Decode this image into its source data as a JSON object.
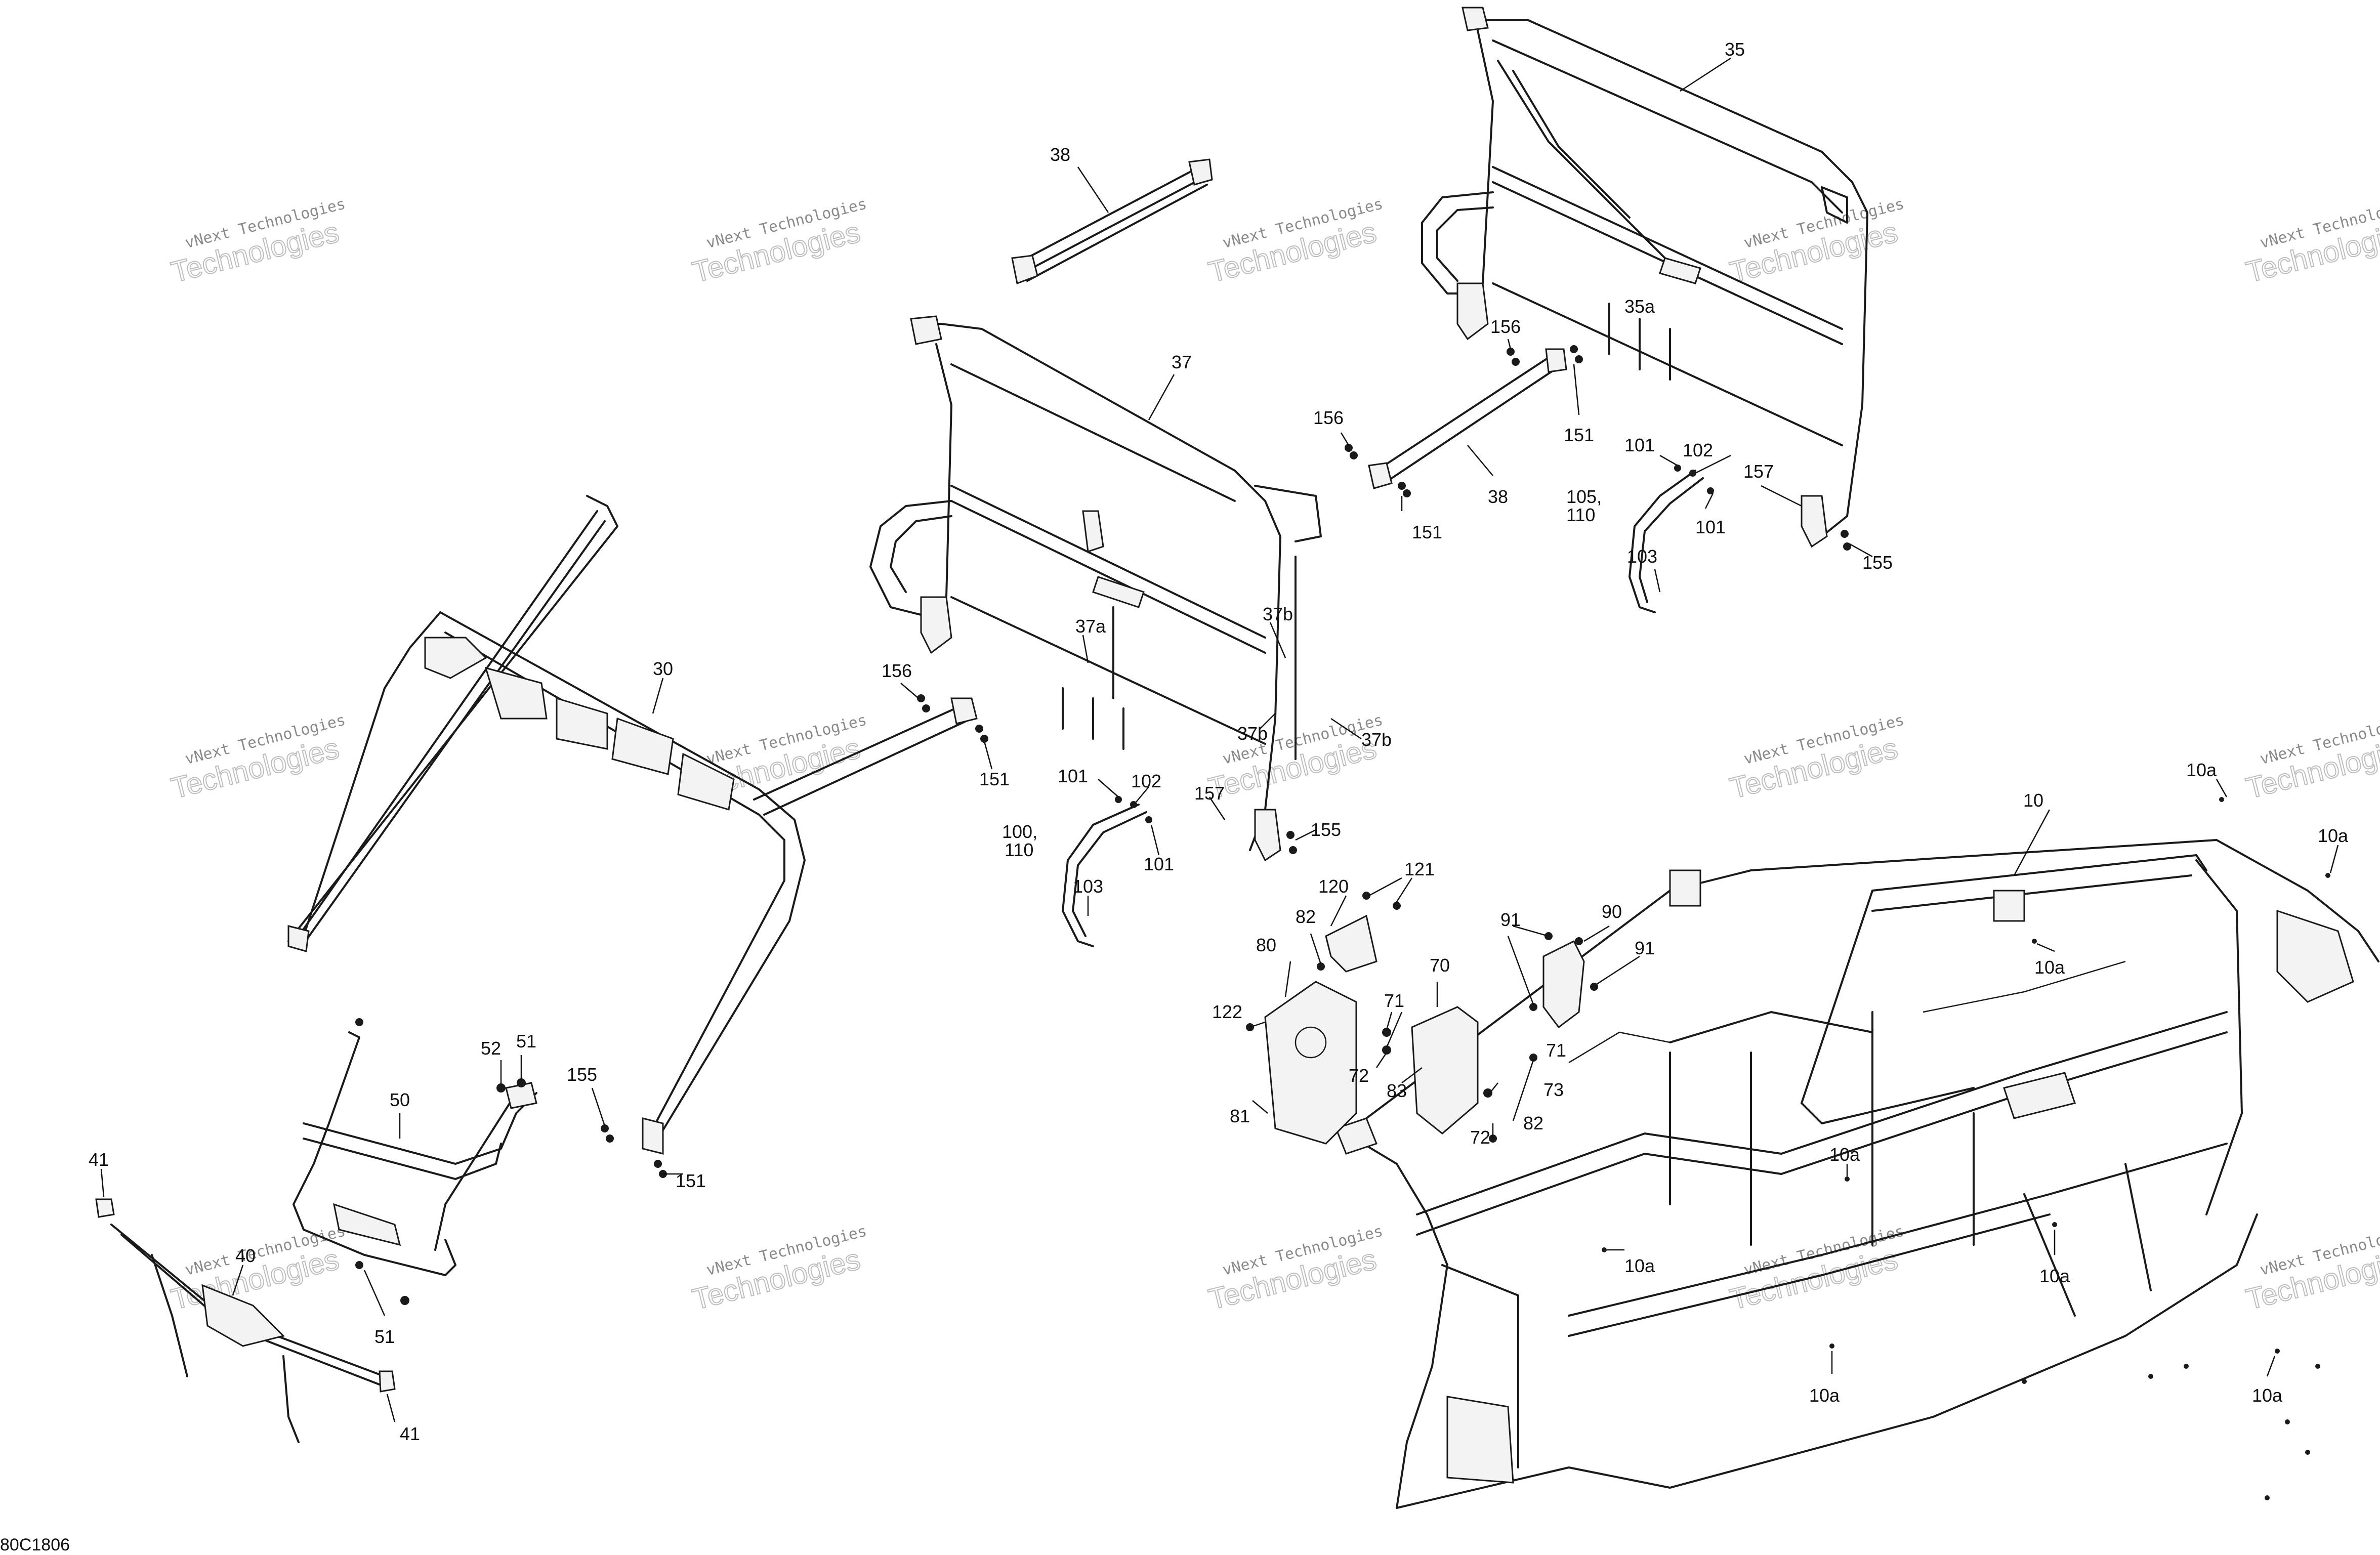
{
  "diagram": {
    "code": "80C1806",
    "watermark": {
      "line1": "vNext Technologies",
      "line2": "Technologies"
    },
    "callouts": [
      {
        "id": "c-35",
        "label": "35"
      },
      {
        "id": "c-38-top",
        "label": "38"
      },
      {
        "id": "c-37",
        "label": "37"
      },
      {
        "id": "c-35a",
        "label": "35a"
      },
      {
        "id": "c-156-a",
        "label": "156"
      },
      {
        "id": "c-156-b",
        "label": "156"
      },
      {
        "id": "c-151-a",
        "label": "151"
      },
      {
        "id": "c-38-mid",
        "label": "38"
      },
      {
        "id": "c-151-b",
        "label": "151"
      },
      {
        "id": "c-101-a",
        "label": "101"
      },
      {
        "id": "c-102-a",
        "label": "102"
      },
      {
        "id": "c-157-a",
        "label": "157"
      },
      {
        "id": "c-105",
        "label": "105,"
      },
      {
        "id": "c-110-a",
        "label": "110"
      },
      {
        "id": "c-101-b",
        "label": "101"
      },
      {
        "id": "c-103-a",
        "label": "103"
      },
      {
        "id": "c-155-a",
        "label": "155"
      },
      {
        "id": "c-30",
        "label": "30"
      },
      {
        "id": "c-37a",
        "label": "37a"
      },
      {
        "id": "c-37b-a",
        "label": "37b"
      },
      {
        "id": "c-156-c",
        "label": "156"
      },
      {
        "id": "c-37b-b",
        "label": "37b"
      },
      {
        "id": "c-37b-c",
        "label": "37b"
      },
      {
        "id": "c-151-c",
        "label": "151"
      },
      {
        "id": "c-101-c",
        "label": "101"
      },
      {
        "id": "c-102-b",
        "label": "102"
      },
      {
        "id": "c-157-b",
        "label": "157"
      },
      {
        "id": "c-155-b",
        "label": "155"
      },
      {
        "id": "c-100",
        "label": "100,"
      },
      {
        "id": "c-110-b",
        "label": "110"
      },
      {
        "id": "c-101-d",
        "label": "101"
      },
      {
        "id": "c-103-b",
        "label": "103"
      },
      {
        "id": "c-10",
        "label": "10"
      },
      {
        "id": "c-10a-1",
        "label": "10a"
      },
      {
        "id": "c-10a-2",
        "label": "10a"
      },
      {
        "id": "c-10a-3",
        "label": "10a"
      },
      {
        "id": "c-10a-4",
        "label": "10a"
      },
      {
        "id": "c-10a-5",
        "label": "10a"
      },
      {
        "id": "c-10a-6",
        "label": "10a"
      },
      {
        "id": "c-10a-7",
        "label": "10a"
      },
      {
        "id": "c-10a-8",
        "label": "10a"
      },
      {
        "id": "c-120",
        "label": "120"
      },
      {
        "id": "c-121",
        "label": "121"
      },
      {
        "id": "c-82-a",
        "label": "82"
      },
      {
        "id": "c-80",
        "label": "80"
      },
      {
        "id": "c-91-a",
        "label": "91"
      },
      {
        "id": "c-90",
        "label": "90"
      },
      {
        "id": "c-91-b",
        "label": "91"
      },
      {
        "id": "c-70",
        "label": "70"
      },
      {
        "id": "c-122",
        "label": "122"
      },
      {
        "id": "c-71-a",
        "label": "71"
      },
      {
        "id": "c-71-b",
        "label": "71"
      },
      {
        "id": "c-72-a",
        "label": "72"
      },
      {
        "id": "c-83",
        "label": "83"
      },
      {
        "id": "c-73",
        "label": "73"
      },
      {
        "id": "c-81",
        "label": "81"
      },
      {
        "id": "c-72-b",
        "label": "72"
      },
      {
        "id": "c-82-b",
        "label": "82"
      },
      {
        "id": "c-52",
        "label": "52"
      },
      {
        "id": "c-51-a",
        "label": "51"
      },
      {
        "id": "c-50",
        "label": "50"
      },
      {
        "id": "c-155-c",
        "label": "155"
      },
      {
        "id": "c-151-d",
        "label": "151"
      },
      {
        "id": "c-41-a",
        "label": "41"
      },
      {
        "id": "c-40",
        "label": "40"
      },
      {
        "id": "c-51-b",
        "label": "51"
      },
      {
        "id": "c-41-b",
        "label": "41"
      }
    ]
  }
}
